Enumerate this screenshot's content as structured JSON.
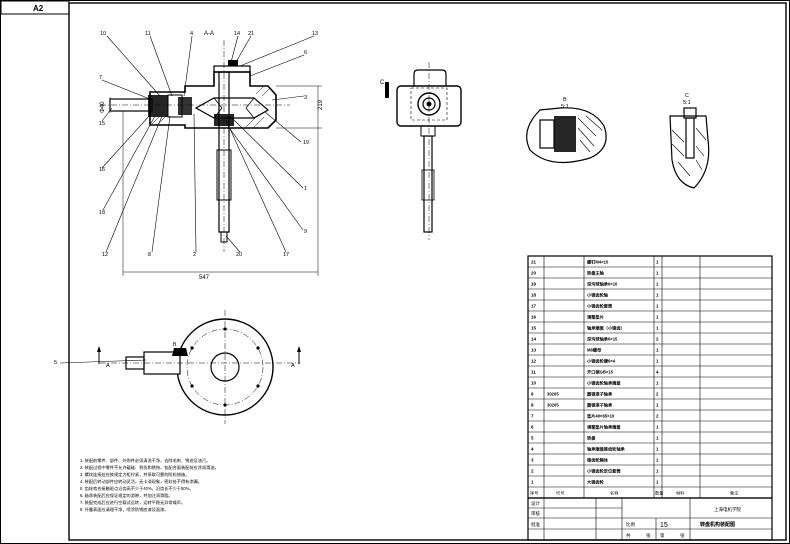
{
  "sheet": {
    "size_label": "A2"
  },
  "section_view": {
    "title": "A-A",
    "dim_height": "219",
    "dim_diameter": "Φ40",
    "dim_width": "547",
    "callouts": [
      "10",
      "11",
      "4",
      "14",
      "21",
      "13",
      "6",
      "7",
      "3",
      "15",
      "19",
      "16",
      "1",
      "18",
      "9",
      "12",
      "8",
      "2",
      "20",
      "17"
    ]
  },
  "side_view": {
    "label": "C"
  },
  "detail_b": {
    "title": "B",
    "scale": "5:1"
  },
  "detail_c": {
    "title": "C",
    "scale": "5:1"
  },
  "plan_view": {
    "callout": "5",
    "label_b": "B",
    "arrow_left": "A",
    "arrow_right": "A"
  },
  "notes": {
    "lines": [
      "1. 装配前零件、部件、外购件必须清洗干净，去除毛刺、锈迹及油污。",
      "2. 装配过程中零件不允许磕碰、划伤和锈蚀，各配合面装配前应涂润滑油。",
      "3. 螺纹连接处应按规定力矩拧紧，并采取可靠的防松措施。",
      "4. 装配后转动部件应转动灵活，无卡滞现象，密封处不得有渗漏。",
      "5. 齿轮啮合接触斑点沿齿高不少于40%，沿齿长不少于50%。",
      "6. 轴承装配后应保证规定的游隙，并加注润滑脂。",
      "7. 装配完成后应进行空载试运转，运转平稳无异常噪声。",
      "8. 外露表面应清理干净，喷涂防锈底漆及面漆。"
    ]
  },
  "bom": {
    "rows": [
      {
        "no": "21",
        "code": "",
        "name": "螺钉M4×10",
        "qty": "1"
      },
      {
        "no": "20",
        "code": "",
        "name": "转盘主轴",
        "qty": "1"
      },
      {
        "no": "19",
        "code": "",
        "name": "深沟球轴承6×10",
        "qty": "1"
      },
      {
        "no": "18",
        "code": "",
        "name": "小锥齿轮轴",
        "qty": "1"
      },
      {
        "no": "17",
        "code": "",
        "name": "小锥齿轮套筒",
        "qty": "1"
      },
      {
        "no": "16",
        "code": "",
        "name": "调整垫片",
        "qty": "1"
      },
      {
        "no": "15",
        "code": "",
        "name": "轴承端盖（小锥齿）",
        "qty": "1"
      },
      {
        "no": "14",
        "code": "",
        "name": "深沟球轴承6×15",
        "qty": "2"
      },
      {
        "no": "13",
        "code": "",
        "name": "M8螺母",
        "qty": "1"
      },
      {
        "no": "12",
        "code": "",
        "name": "小锥齿轮键6×4",
        "qty": "1"
      },
      {
        "no": "11",
        "code": "",
        "name": "开口销GB×15",
        "qty": "4"
      },
      {
        "no": "10",
        "code": "",
        "name": "小锥齿轮轴承端盖",
        "qty": "1"
      },
      {
        "no": "9",
        "code": "30205",
        "name": "圆锥滚子轴承",
        "qty": "2"
      },
      {
        "no": "8",
        "code": "30205",
        "name": "圆锥滚子轴承",
        "qty": "1"
      },
      {
        "no": "7",
        "code": "",
        "name": "垫片40×65×10",
        "qty": "2"
      },
      {
        "no": "6",
        "code": "",
        "name": "调整垫片轴承端盖",
        "qty": "1"
      },
      {
        "no": "5",
        "code": "",
        "name": "转盘",
        "qty": "1"
      },
      {
        "no": "4",
        "code": "",
        "name": "轴承端盖锥齿轮轴承",
        "qty": "1"
      },
      {
        "no": "3",
        "code": "",
        "name": "锥齿轮箱体",
        "qty": "1"
      },
      {
        "no": "2",
        "code": "",
        "name": "小锥齿轮定位套筒",
        "qty": "1"
      },
      {
        "no": "1",
        "code": "",
        "name": "大锥齿轮",
        "qty": "1"
      }
    ],
    "header": {
      "no": "序号",
      "code": "代号",
      "name": "名称",
      "qty": "数量",
      "material": "材料",
      "remark": "备注"
    }
  },
  "title_block": {
    "designer_label": "设计",
    "checker_label": "审核",
    "approver_label": "批准",
    "scale_label": "比例",
    "sheet_value": "15",
    "school": "上海电机学院",
    "drawing_name": "转盘机构装配图",
    "footer_a": "共",
    "footer_b": "张",
    "footer_c": "第",
    "footer_d": "张"
  }
}
